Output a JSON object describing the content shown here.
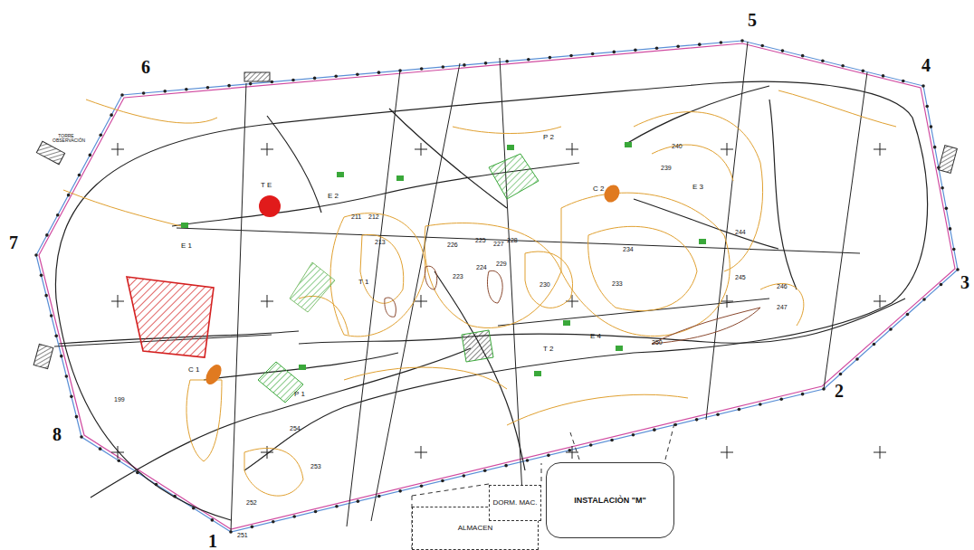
{
  "diagram": {
    "nodes": [
      {
        "text": [
          "ALMACEN"
        ]
      },
      {
        "text": [
          "DORM. MAC."
        ]
      },
      {
        "text": [
          "INSTALACIÒN \"M\""
        ]
      }
    ],
    "labels": [
      "1",
      "2",
      "3",
      "4",
      "5",
      "6",
      "7",
      "8",
      "T E",
      "C 1",
      "C 2",
      "E 1",
      "E 2",
      "E 3",
      "E 4",
      "T 1",
      "T 2",
      "P 1",
      "P 2",
      "TORRE OBSERVACIÓN",
      "199",
      "254",
      "253",
      "252",
      "213",
      "211",
      "212",
      "223",
      "224",
      "225",
      "226",
      "227",
      "228",
      "229",
      "230",
      "233",
      "234",
      "239",
      "240",
      "244",
      "245",
      "246",
      "247",
      "250",
      "251"
    ]
  }
}
